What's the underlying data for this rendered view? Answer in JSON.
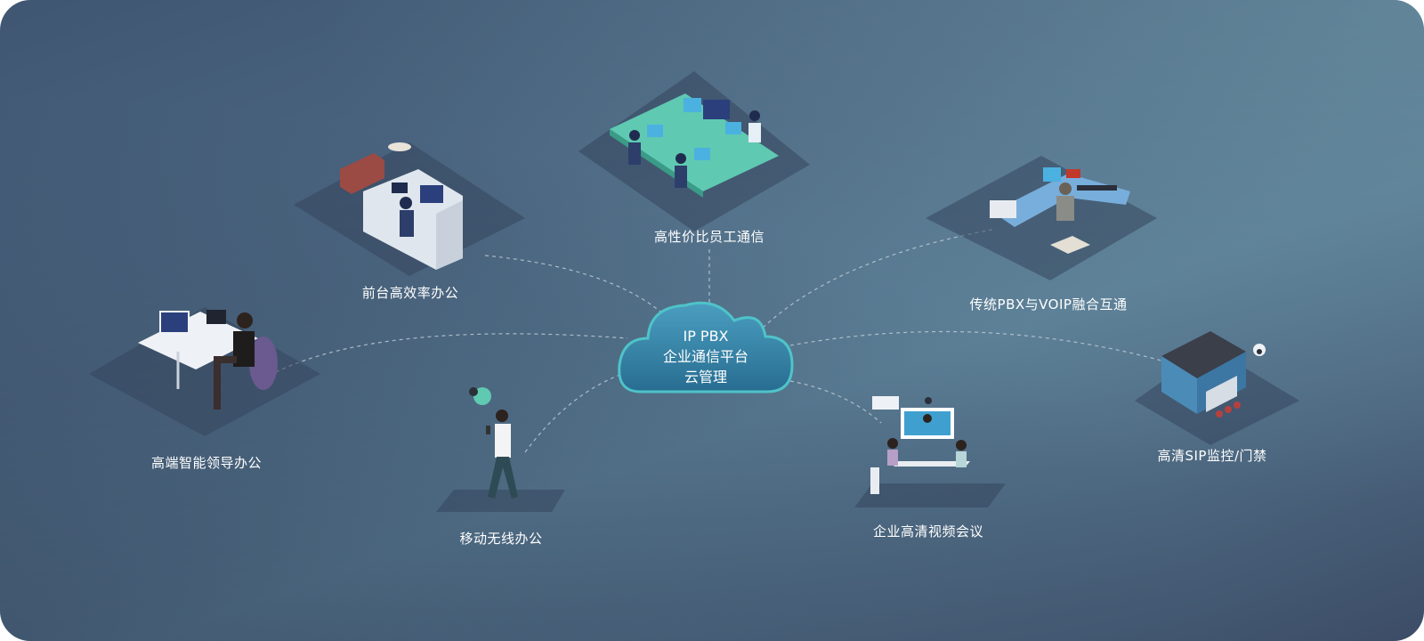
{
  "center": {
    "line1": "IP PBX",
    "line2": "企业通信平台",
    "line3": "云管理"
  },
  "nodes": [
    {
      "id": "staff",
      "label": "高性价比员工通信"
    },
    {
      "id": "reception",
      "label": "前台高效率办公"
    },
    {
      "id": "pbx-voip",
      "label": "传统PBX与VOIP融合互通"
    },
    {
      "id": "executive",
      "label": "高端智能领导办公"
    },
    {
      "id": "mobile",
      "label": "移动无线办公"
    },
    {
      "id": "video",
      "label": "企业高清视频会议"
    },
    {
      "id": "sip",
      "label": "高清SIP监控/门禁"
    }
  ],
  "colors": {
    "cloud": "#2f7f9f",
    "cloud_edge": "#4fc3c8",
    "link": "#b9c7d3"
  }
}
